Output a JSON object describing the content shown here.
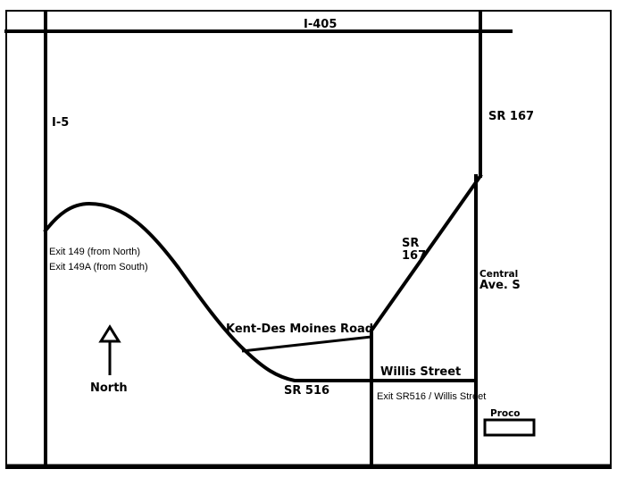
{
  "map": {
    "roads": {
      "i405": "I-405",
      "i5": "I-5",
      "sr167_top": "SR 167",
      "sr167_diag_line1": "SR",
      "sr167_diag_line2": "167",
      "central_line1": "Central",
      "central_line2": "Ave. S",
      "kent_des_moines": "Kent-Des Moines Road",
      "willis": "Willis Street",
      "sr516": "SR 516"
    },
    "exits": {
      "exit149": "Exit 149 (from North)",
      "exit149a": "Exit 149A (from South)",
      "exit_sr516": "Exit SR516 / Willis Street"
    },
    "north_label": "North",
    "destination": "Proco"
  }
}
